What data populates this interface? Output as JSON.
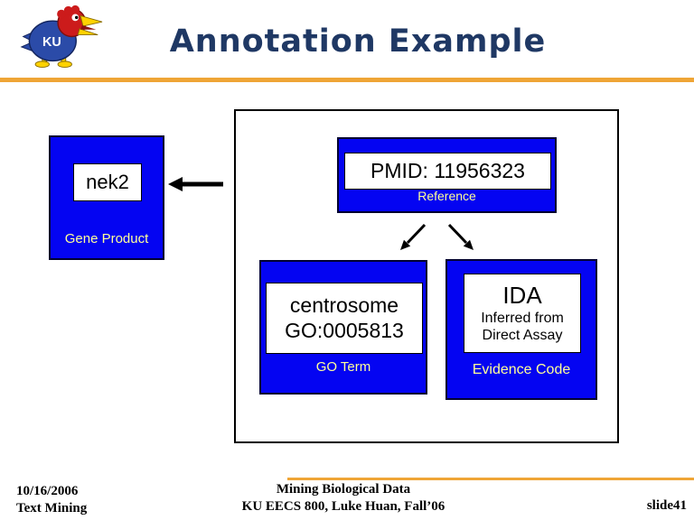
{
  "slide": {
    "title": "Annotation Example",
    "logo": {
      "name": "ku-jayhawk-logo",
      "text": "KU"
    }
  },
  "diagram": {
    "gene_product": {
      "value": "nek2",
      "label": "Gene Product"
    },
    "reference": {
      "value": "PMID: 11956323",
      "label": "Reference"
    },
    "go_term": {
      "value_line1": "centrosome",
      "value_line2": "GO:0005813",
      "label": "GO Term"
    },
    "evidence_code": {
      "value": "IDA",
      "desc_line1": "Inferred from",
      "desc_line2": "Direct Assay",
      "label": "Evidence Code"
    }
  },
  "footer": {
    "date": "10/16/2006",
    "course_short": "Text Mining",
    "center_line1": "Mining Biological Data",
    "center_line2": "KU EECS 800, Luke Huan, Fall’06",
    "slide_number": "slide41"
  },
  "colors": {
    "title_navy": "#1f3864",
    "accent_orange": "#efa536",
    "box_blue": "#0404f2",
    "label_yellow": "#ffff99"
  }
}
